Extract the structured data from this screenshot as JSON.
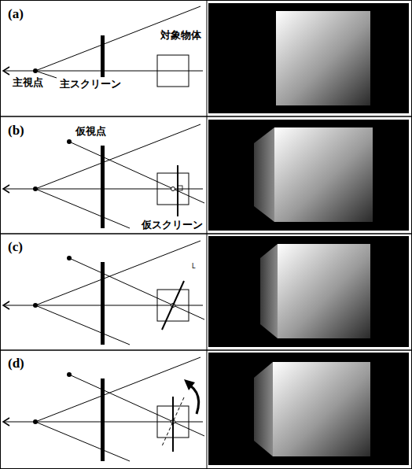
{
  "diagram": {
    "labels": [
      "(a)",
      "主視点",
      "主スクリーン",
      "対象物体",
      "(b)",
      "仮視点",
      "仮スクリーン",
      "(c)",
      "L",
      "(d)"
    ]
  }
}
